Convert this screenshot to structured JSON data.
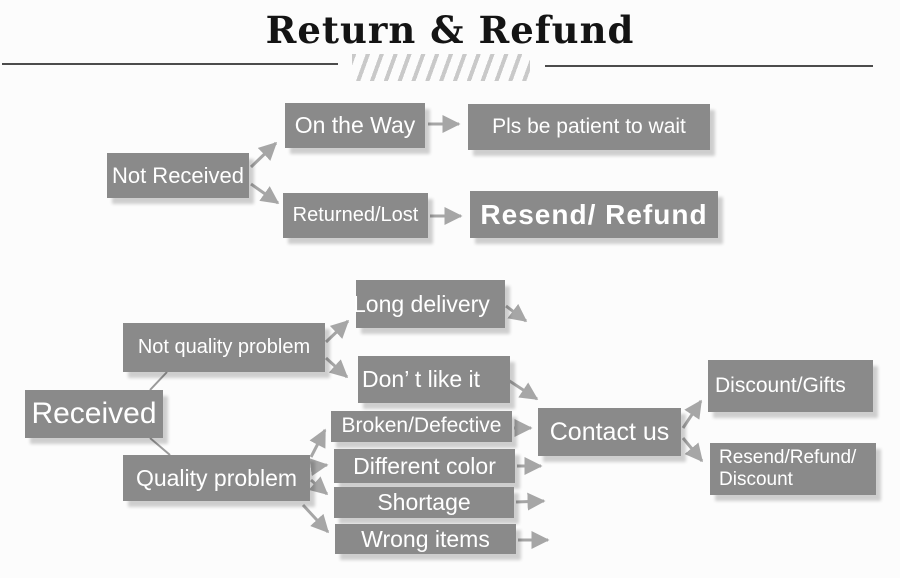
{
  "title": "Return & Refund",
  "colors": {
    "node_fill": "#8a8a8a",
    "node_text": "#ffffff",
    "arrow": "#a6a6a6",
    "title_text": "#141414",
    "hatch": "#c9c9c9"
  },
  "diagram": {
    "nodes": {
      "not_received": {
        "label": "Not Received"
      },
      "on_the_way": {
        "label": "On the Way"
      },
      "pls_wait": {
        "label": "Pls be patient to wait"
      },
      "returned_lost": {
        "label": "Returned/Lost"
      },
      "resend_refund": {
        "label": "Resend/ Refund"
      },
      "received": {
        "label": "Received"
      },
      "not_quality_problem": {
        "label": "Not quality problem"
      },
      "long_delivery": {
        "label": "Long delivery"
      },
      "dont_like_it": {
        "label": "Don’ t like it"
      },
      "quality_problem": {
        "label": "Quality problem"
      },
      "broken_defective": {
        "label": "Broken/Defective"
      },
      "different_color": {
        "label": "Different color"
      },
      "shortage": {
        "label": "Shortage"
      },
      "wrong_items": {
        "label": "Wrong items"
      },
      "contact_us": {
        "label": "Contact us"
      },
      "discount_gifts": {
        "label": "Discount/Gifts"
      },
      "resend_refund_discount": {
        "lines": [
          "Resend/Refund/",
          "Discount"
        ]
      }
    },
    "edges": [
      {
        "from": "not_received",
        "to": "on_the_way",
        "type": "arrow"
      },
      {
        "from": "not_received",
        "to": "returned_lost",
        "type": "arrow"
      },
      {
        "from": "on_the_way",
        "to": "pls_wait",
        "type": "arrow"
      },
      {
        "from": "returned_lost",
        "to": "resend_refund",
        "type": "arrow"
      },
      {
        "from": "received",
        "to": "not_quality_problem",
        "type": "line"
      },
      {
        "from": "received",
        "to": "quality_problem",
        "type": "line"
      },
      {
        "from": "not_quality_problem",
        "to": "long_delivery",
        "type": "arrow"
      },
      {
        "from": "not_quality_problem",
        "to": "dont_like_it",
        "type": "arrow"
      },
      {
        "from": "long_delivery",
        "to": "contact_us",
        "type": "arrow"
      },
      {
        "from": "dont_like_it",
        "to": "contact_us",
        "type": "arrow"
      },
      {
        "from": "quality_problem",
        "to": "broken_defective",
        "type": "arrow"
      },
      {
        "from": "quality_problem",
        "to": "different_color",
        "type": "arrow"
      },
      {
        "from": "quality_problem",
        "to": "shortage",
        "type": "arrow"
      },
      {
        "from": "quality_problem",
        "to": "wrong_items",
        "type": "arrow"
      },
      {
        "from": "broken_defective",
        "to": "contact_us",
        "type": "arrow"
      },
      {
        "from": "different_color",
        "to": "contact_us",
        "type": "arrow"
      },
      {
        "from": "shortage",
        "to": "contact_us",
        "type": "arrow"
      },
      {
        "from": "wrong_items",
        "to": "contact_us",
        "type": "arrow"
      },
      {
        "from": "contact_us",
        "to": "discount_gifts",
        "type": "arrow"
      },
      {
        "from": "contact_us",
        "to": "resend_refund_discount",
        "type": "arrow"
      }
    ]
  }
}
